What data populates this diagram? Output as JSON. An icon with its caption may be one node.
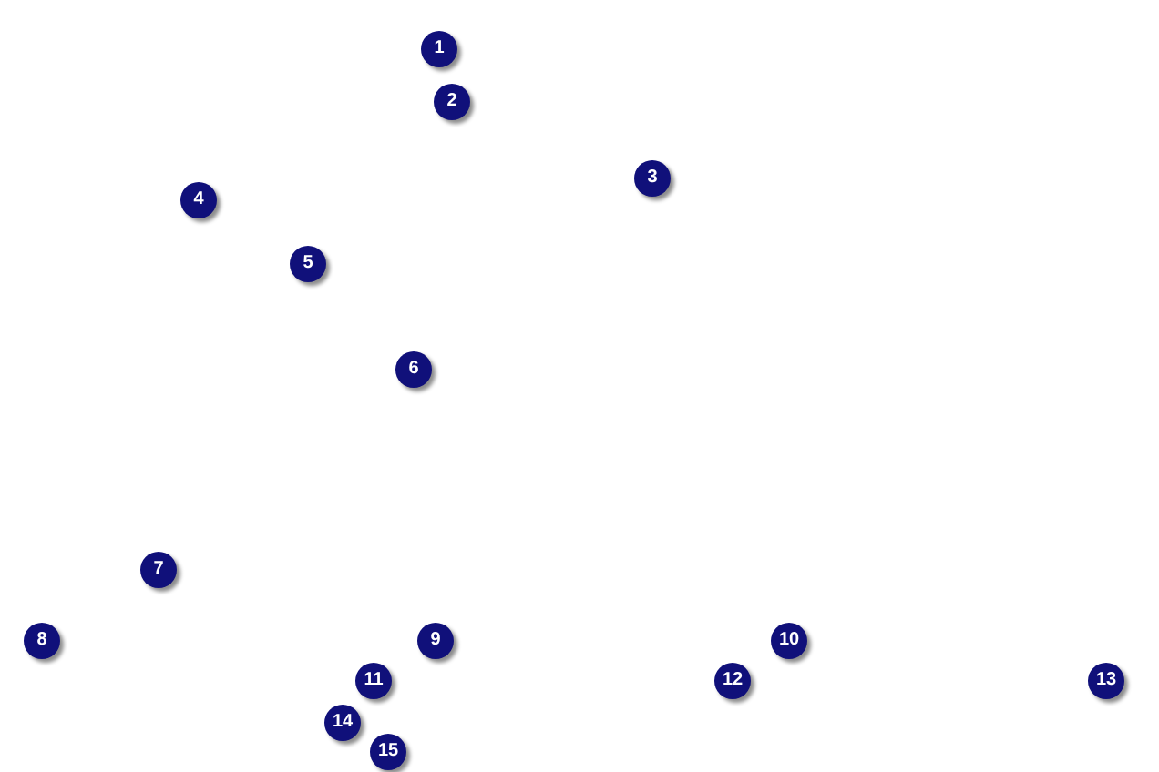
{
  "diagram": {
    "labels": [
      "1",
      "2",
      "3",
      "4",
      "5",
      "6",
      "7",
      "8",
      "9",
      "10",
      "11",
      "12",
      "13",
      "14",
      "15"
    ]
  }
}
